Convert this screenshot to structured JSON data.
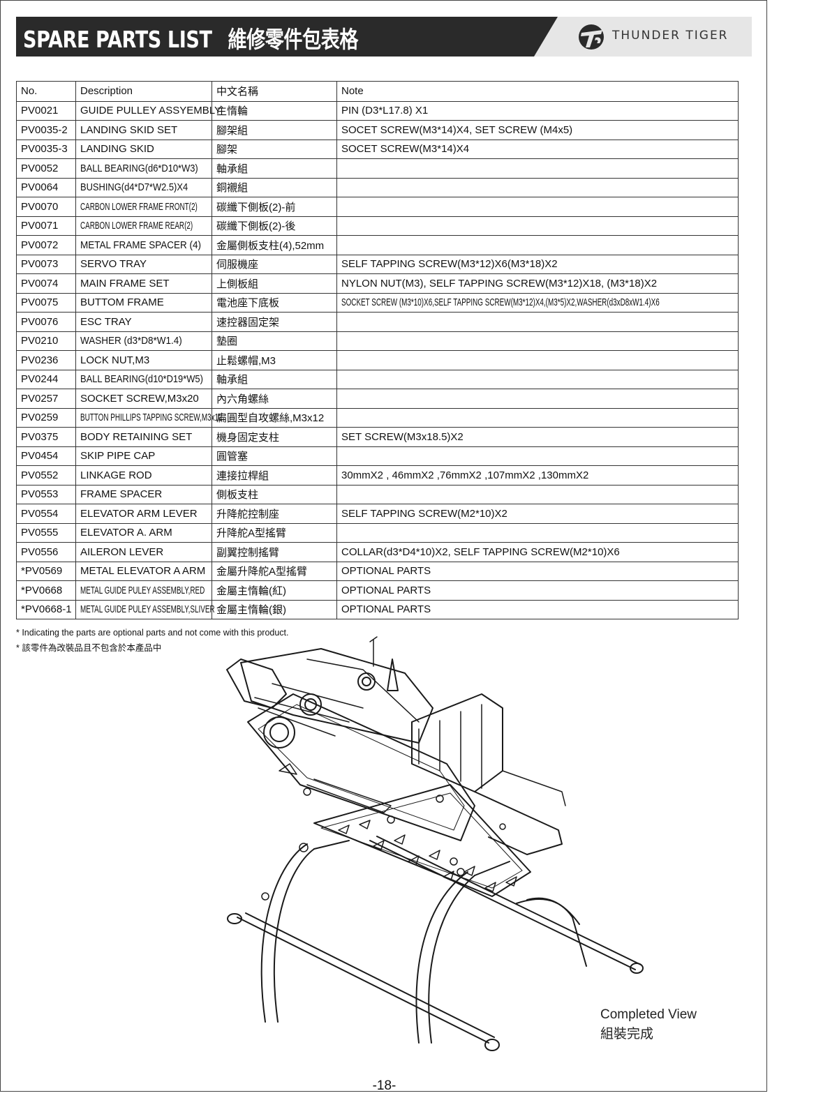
{
  "header": {
    "title_en": "SPARE PARTS LIST",
    "title_zh": "維修零件包表格",
    "brand": "THUNDER TIGER"
  },
  "table": {
    "columns": [
      "No.",
      "Description",
      "中文名稱",
      "Note"
    ],
    "rows": [
      {
        "no": "PV0021",
        "desc": "GUIDE PULLEY ASSYEMBLY",
        "zh": "主惰輪",
        "note": "PIN (D3*L17.8) X1"
      },
      {
        "no": "PV0035-2",
        "desc": "LANDING SKID SET",
        "zh": "腳架組",
        "note": "SOCET SCREW(M3*14)X4, SET SCREW (M4x5)"
      },
      {
        "no": "PV0035-3",
        "desc": "LANDING SKID",
        "zh": "腳架",
        "note": "SOCET SCREW(M3*14)X4"
      },
      {
        "no": "PV0052",
        "desc": "BALL BEARING(d6*D10*W3)",
        "zh": "軸承組",
        "note": ""
      },
      {
        "no": "PV0064",
        "desc": "BUSHING(d4*D7*W2.5)X4",
        "zh": "銅襯組",
        "note": ""
      },
      {
        "no": "PV0070",
        "desc": "CARBON LOWER FRAME FRONT(2)",
        "zh": "碳纖下側板(2)-前",
        "note": ""
      },
      {
        "no": "PV0071",
        "desc": "CARBON LOWER FRAME REAR(2)",
        "zh": "碳纖下側板(2)-後",
        "note": ""
      },
      {
        "no": "PV0072",
        "desc": "METAL FRAME SPACER (4)",
        "zh": "金屬側板支柱(4),52mm",
        "note": ""
      },
      {
        "no": "PV0073",
        "desc": "SERVO TRAY",
        "zh": "伺服機座",
        "note": "SELF TAPPING SCREW(M3*12)X6(M3*18)X2"
      },
      {
        "no": "PV0074",
        "desc": "MAIN FRAME SET",
        "zh": "上側板組",
        "note": "NYLON NUT(M3), SELF TAPPING SCREW(M3*12)X18, (M3*18)X2"
      },
      {
        "no": "PV0075",
        "desc": "BUTTOM FRAME",
        "zh": "電池座下底板",
        "note": "SOCKET SCREW (M3*10)X6,SELF TAPPING SCREW(M3*12)X4,(M3*5)X2,WASHER(d3xD8xW1.4)X6"
      },
      {
        "no": "PV0076",
        "desc": "ESC TRAY",
        "zh": "速控器固定架",
        "note": ""
      },
      {
        "no": "PV0210",
        "desc": "WASHER (d3*D8*W1.4)",
        "zh": "墊圈",
        "note": ""
      },
      {
        "no": "PV0236",
        "desc": "LOCK NUT,M3",
        "zh": "止鬆螺帽,M3",
        "note": ""
      },
      {
        "no": "PV0244",
        "desc": "BALL BEARING(d10*D19*W5)",
        "zh": "軸承組",
        "note": ""
      },
      {
        "no": "PV0257",
        "desc": "SOCKET SCREW,M3x20",
        "zh": "內六角螺絲",
        "note": ""
      },
      {
        "no": "PV0259",
        "desc": "BUTTON PHILLIPS TAPPING SCREW,M3x12",
        "zh": "扁圓型自攻螺絲,M3x12",
        "note": ""
      },
      {
        "no": "PV0375",
        "desc": "BODY RETAINING SET",
        "zh": "機身固定支柱",
        "note": "SET SCREW(M3x18.5)X2"
      },
      {
        "no": "PV0454",
        "desc": "SKIP PIPE CAP",
        "zh": "圓管塞",
        "note": ""
      },
      {
        "no": "PV0552",
        "desc": "LINKAGE ROD",
        "zh": "連接拉桿組",
        "note": "30mmX2 , 46mmX2 ,76mmX2 ,107mmX2 ,130mmX2"
      },
      {
        "no": "PV0553",
        "desc": "FRAME SPACER",
        "zh": "側板支柱",
        "note": ""
      },
      {
        "no": "PV0554",
        "desc": "ELEVATOR ARM LEVER",
        "zh": "升降舵控制座",
        "note": "SELF TAPPING SCREW(M2*10)X2"
      },
      {
        "no": "PV0555",
        "desc": "ELEVATOR A. ARM",
        "zh": "升降舵A型搖臂",
        "note": ""
      },
      {
        "no": "PV0556",
        "desc": "AILERON LEVER",
        "zh": "副翼控制搖臂",
        "note": "COLLAR(d3*D4*10)X2, SELF TAPPING SCREW(M2*10)X6"
      },
      {
        "no": "*PV0569",
        "desc": "METAL ELEVATOR A ARM",
        "zh": "金屬升降舵A型搖臂",
        "note": "OPTIONAL PARTS"
      },
      {
        "no": "*PV0668",
        "desc": "METAL GUIDE PULEY ASSEMBLY,RED",
        "zh": "金屬主惰輪(紅)",
        "note": "OPTIONAL PARTS"
      },
      {
        "no": "*PV0668-1",
        "desc": "METAL GUIDE PULEY ASSEMBLY,SLIVER",
        "zh": "金屬主惰輪(銀)",
        "note": "OPTIONAL PARTS"
      }
    ]
  },
  "notes": {
    "en": "* Indicating the parts are optional parts and not come with this product.",
    "zh": "* 該零件為改裝品且不包含於本產品中"
  },
  "figure": {
    "caption_en": "Completed View",
    "caption_zh": "組裝完成"
  },
  "page": {
    "number": "-18-"
  }
}
